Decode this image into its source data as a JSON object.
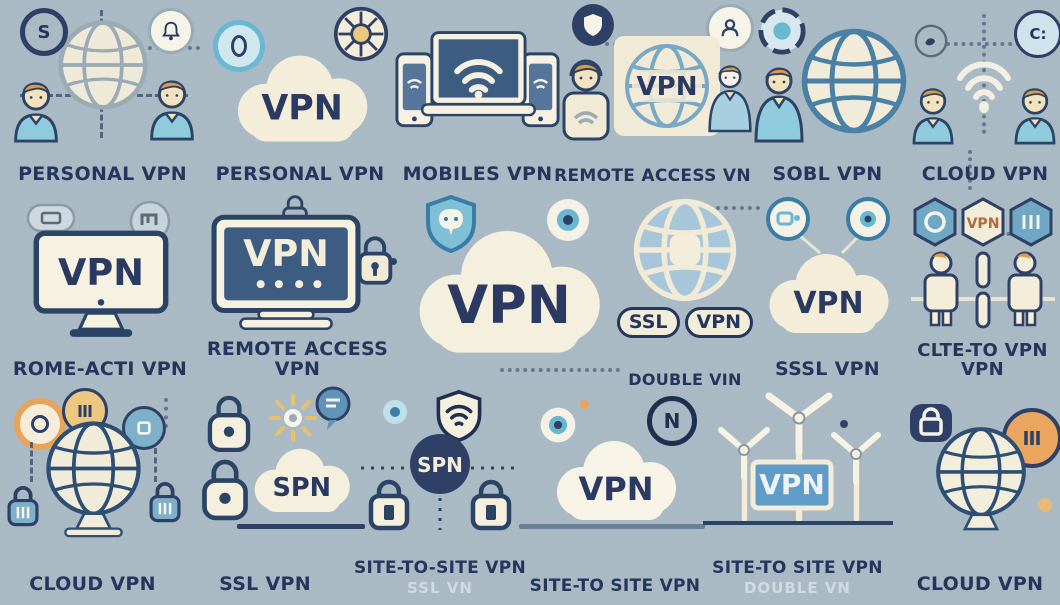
{
  "palette": {
    "background": "#a9bac4",
    "label_navy": "#24365c",
    "icon_ink": "#2b4466",
    "cream": "#f3edd9",
    "teal": "#8fcbdc",
    "blue": "#4a7fa6",
    "screen_navy": "#3d5c82",
    "orange": "#e8a45a",
    "faint_text": "rgba(233,239,242,0.62)"
  },
  "cells": {
    "r1c1": {
      "label": "PERSONAL VPN",
      "badge": "S"
    },
    "r1c2": {
      "label": "PERSONAL VPN",
      "cloud_text": "VPN"
    },
    "r1c3": {
      "label": "MOBILES VPN"
    },
    "r1c4": {
      "label": "REMOTE ACCESS VN",
      "globe_text": "VPN"
    },
    "r1c5": {
      "label": "SOBL VPN"
    },
    "r1c6": {
      "label": "CLOUD VPN",
      "badge": "C:"
    },
    "r2c1": {
      "label": "ROME-ACTI VPN",
      "screen_text": "VPN"
    },
    "r2c2": {
      "label_line1": "REMOTE ACCESS",
      "label_line2": "VPN",
      "screen_text": "VPN"
    },
    "r2c3": {
      "cloud_text": "VPN"
    },
    "r2c4": {
      "badge_ssl": "SSL",
      "badge_vpn": "VPN",
      "sublabel": "DOUBLE VIN"
    },
    "r2c5": {
      "label": "SSSL VPN",
      "cloud_text": "VPN"
    },
    "r2c6": {
      "label_line1": "CLTE-TO VPN",
      "label_line2": "VPN",
      "hex_text": "VPN"
    },
    "r3c1": {
      "label": "CLOUD VPN"
    },
    "r3c2": {
      "label": "SSL VPN",
      "cloud_text": "SPN"
    },
    "r3c3": {
      "label": "SITE-TO-SITE VPN",
      "sublabel": "SSL VN",
      "node_text": "SPN"
    },
    "r3c4": {
      "label": "SITE-TO SITE VPN",
      "badge": "N",
      "cloud_text": "VPN"
    },
    "r3c5": {
      "label": "SITE-TO SITE VPN",
      "sublabel": "DOUBLE VN",
      "sign_text": "VPN"
    },
    "r3c6": {
      "label": "CLOUD VPN"
    }
  }
}
